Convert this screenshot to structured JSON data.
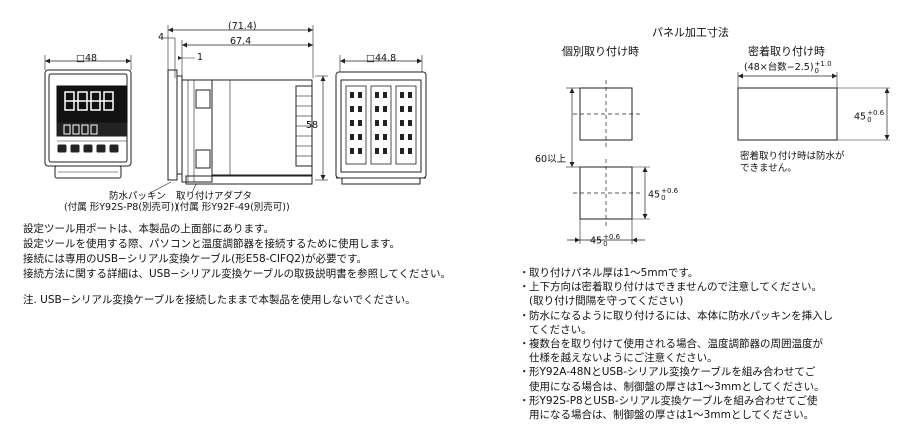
{
  "drawings": {
    "front": {
      "width_label": "□48"
    },
    "side": {
      "overall_label": "(71.4)",
      "depth_label": "67.4",
      "offset_4_label": "4",
      "offset_1_label": "1",
      "height_label": "58"
    },
    "rear": {
      "width_label": "□44.8"
    },
    "callout_packing": {
      "name": "防水パッキン",
      "note": "(付属 形Y92S-P8(別売可))"
    },
    "callout_adapter": {
      "name": "取り付けアダプタ",
      "note": "(付属 形Y92F-49(別売可))"
    }
  },
  "panel": {
    "title": "パネル加工寸法",
    "individual": {
      "title": "個別取り付け時",
      "spacing_label": "60以上",
      "size_label": "45",
      "tolerance_upper": "+0.6",
      "tolerance_lower": "0"
    },
    "gang": {
      "title": "密着取り付け時",
      "formula": "(48×台数−2.5)",
      "formula_tol_upper": "+1.0",
      "formula_tol_lower": "0",
      "height_label": "45",
      "height_tol_upper": "+0.6",
      "height_tol_lower": "0",
      "note_line1": "密着取り付け時は防水が",
      "note_line2": "できません。"
    }
  },
  "left_text": {
    "lines": [
      "設定ツール用ポートは、本製品の上面部にあります。",
      "設定ツールを使用する際、パソコンと温度調節器を接続するために使用します。",
      "接続には専用のUSB−シリアル変換ケーブル(形E58-CIFQ2)が必要です。",
      "接続方法に関する詳細は、USB−シリアル変換ケーブルの取扱説明書を参照してください。"
    ],
    "note": "注. USB−シリアル変換ケーブルを接続したままで本製品を使用しないでください。"
  },
  "right_notes": [
    {
      "bullet": "・",
      "lines": [
        "取り付けパネル厚は1〜5mmです。"
      ]
    },
    {
      "bullet": "・",
      "lines": [
        "上下方向は密着取り付けはできませんので注意してください。",
        "(取り付け間隔を守ってください)"
      ]
    },
    {
      "bullet": "・",
      "lines": [
        "防水になるように取り付けるには、本体に防水パッキンを挿入し",
        "てください。"
      ]
    },
    {
      "bullet": "・",
      "lines": [
        "複数台を取り付けて使用される場合、温度調節器の周囲温度が",
        "仕様を越えないようにご注意ください。"
      ]
    },
    {
      "bullet": "・",
      "lines": [
        "形Y92A-48NとUSB-シリアル変換ケーブルを組み合わせてご",
        "使用になる場合は、制御盤の厚さは1〜3mmとしてください。"
      ]
    },
    {
      "bullet": "・",
      "lines": [
        "形Y92S-P8とUSB-シリアル変換ケーブルを組み合わせてご使",
        "用になる場合は、制御盤の厚さは1〜3mmとしてください。"
      ]
    }
  ]
}
